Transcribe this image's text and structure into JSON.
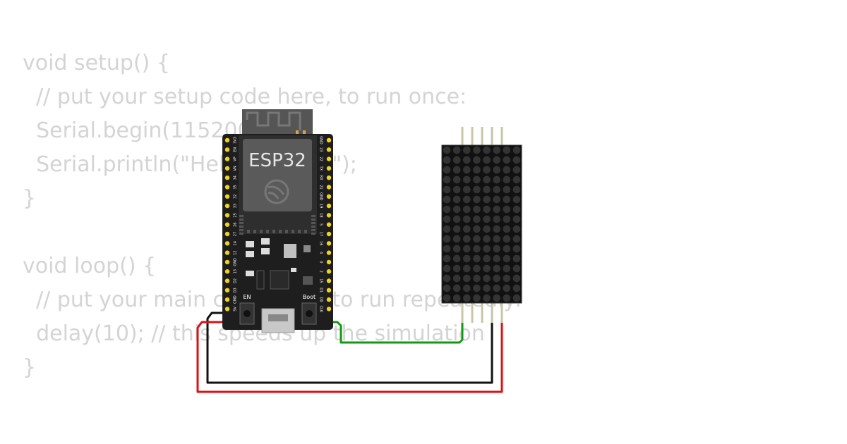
{
  "code": {
    "lines": [
      "void setup() {",
      "  // put your setup code here, to run once:",
      "  Serial.begin(115200);",
      "  Serial.println(\"Hello, ESP32!\");",
      "}",
      "",
      "void loop() {",
      "  // put your main code here, to run repeatedly:",
      "  delay(10); // this speeds up the simulation",
      "}"
    ]
  },
  "board": {
    "name": "ESP32",
    "en_label": "EN",
    "boot_label": "Boot",
    "left_pins": [
      "3V3",
      "EN",
      "VP",
      "VN",
      "34",
      "35",
      "32",
      "33",
      "25",
      "26",
      "27",
      "14",
      "12",
      "GND",
      "13",
      "D2",
      "D3",
      "CMD",
      "5V"
    ],
    "right_pins": [
      "GND",
      "23",
      "22",
      "TX",
      "RX",
      "21",
      "GND",
      "19",
      "18",
      "5",
      "17",
      "16",
      "4",
      "0",
      "2",
      "15",
      "D1",
      "D0",
      "CLK"
    ]
  },
  "matrix": {
    "rows": 16,
    "cols": 8,
    "dot_color": "#333333",
    "body_color": "#111111"
  },
  "wires": [
    {
      "name": "wire-black-gnd",
      "color": "#111111"
    },
    {
      "name": "wire-red-5v",
      "color": "#dd1111"
    },
    {
      "name": "wire-green-data",
      "color": "#119911"
    }
  ]
}
